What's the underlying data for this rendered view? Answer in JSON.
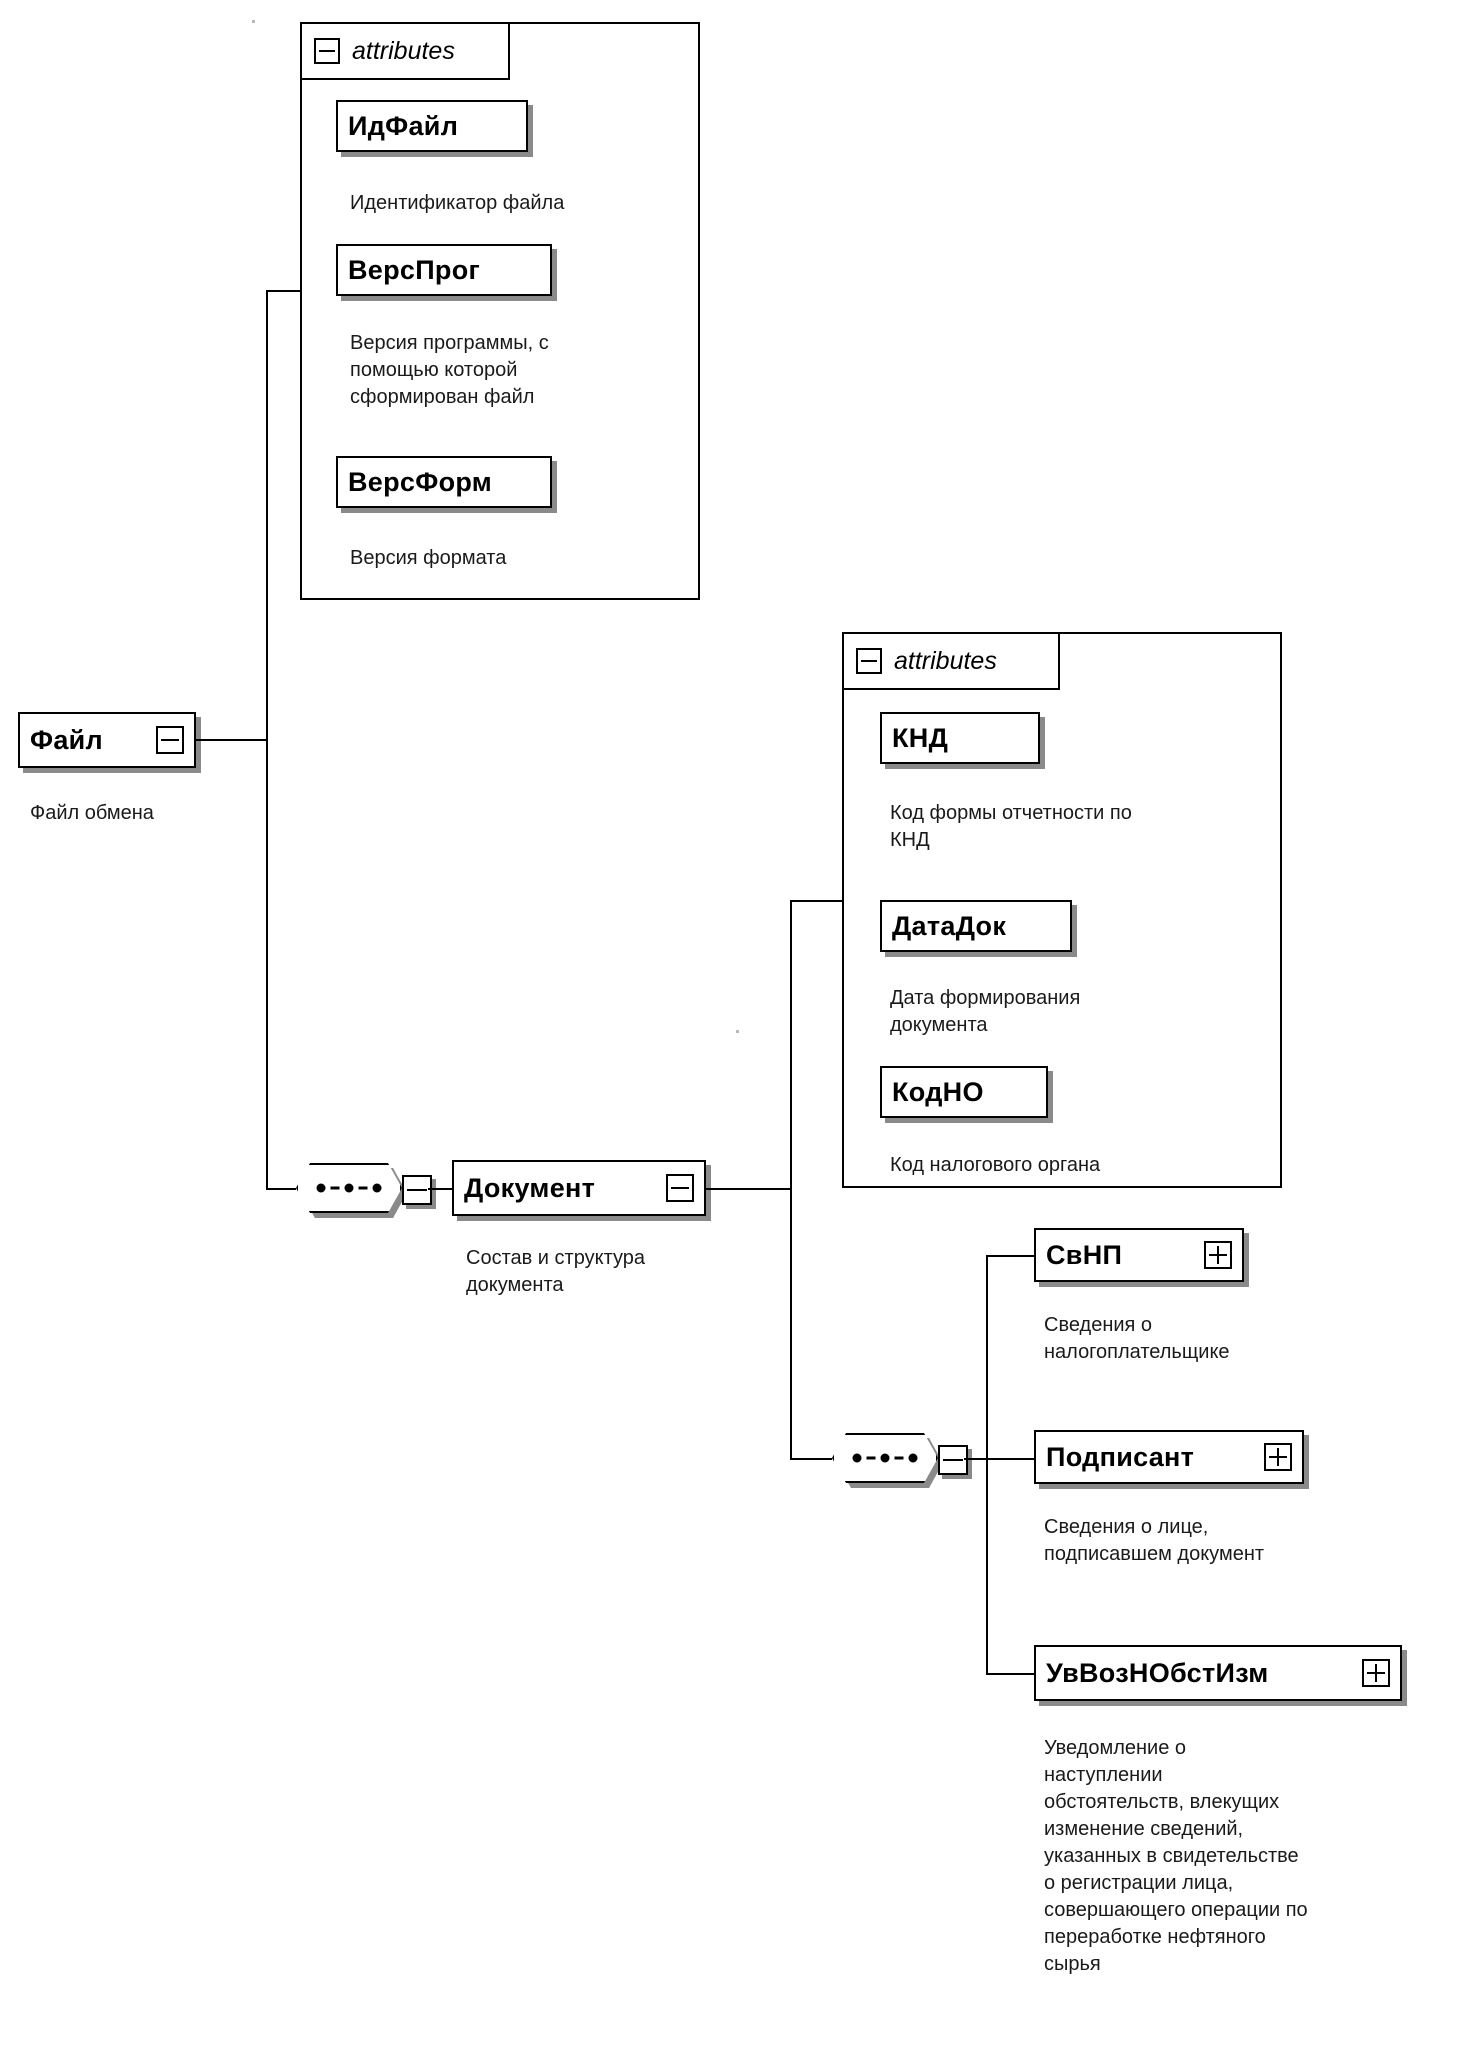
{
  "diagram": {
    "title": "XML schema structure diagram",
    "root": {
      "name": "Файл",
      "caption": "Файл обмена"
    },
    "file_attributes": {
      "panel_label": "attributes",
      "items": [
        {
          "name": "ИдФайл",
          "caption": "Идентификатор файла"
        },
        {
          "name": "ВерсПрог",
          "caption": "Версия программы, с\nпомощью которой\nсформирован файл"
        },
        {
          "name": "ВерсФорм",
          "caption": "Версия формата"
        }
      ]
    },
    "document": {
      "name": "Документ",
      "caption": "Состав и структура\nдокумента"
    },
    "document_attributes": {
      "panel_label": "attributes",
      "items": [
        {
          "name": "КНД",
          "caption": "Код формы отчетности по\nКНД"
        },
        {
          "name": "ДатаДок",
          "caption": "Дата формирования\nдокумента"
        },
        {
          "name": "КодНО",
          "caption": "Код налогового органа"
        }
      ]
    },
    "document_children": [
      {
        "name": "СвНП",
        "caption": "Сведения о\nналогоплательщике",
        "expander": "plus"
      },
      {
        "name": "Подписант",
        "caption": "Сведения о лице,\nподписавшем документ",
        "expander": "plus"
      },
      {
        "name": "УвВозНОбстИзм",
        "caption": "Уведомление о\nнаступлении\nобстоятельств, влекущих\nизменение сведений,\nуказанных в свидетельстве\nо регистрации лица,\nсовершающего операции по\nпереработке нефтяного\nсырья",
        "expander": "plus"
      }
    ]
  }
}
